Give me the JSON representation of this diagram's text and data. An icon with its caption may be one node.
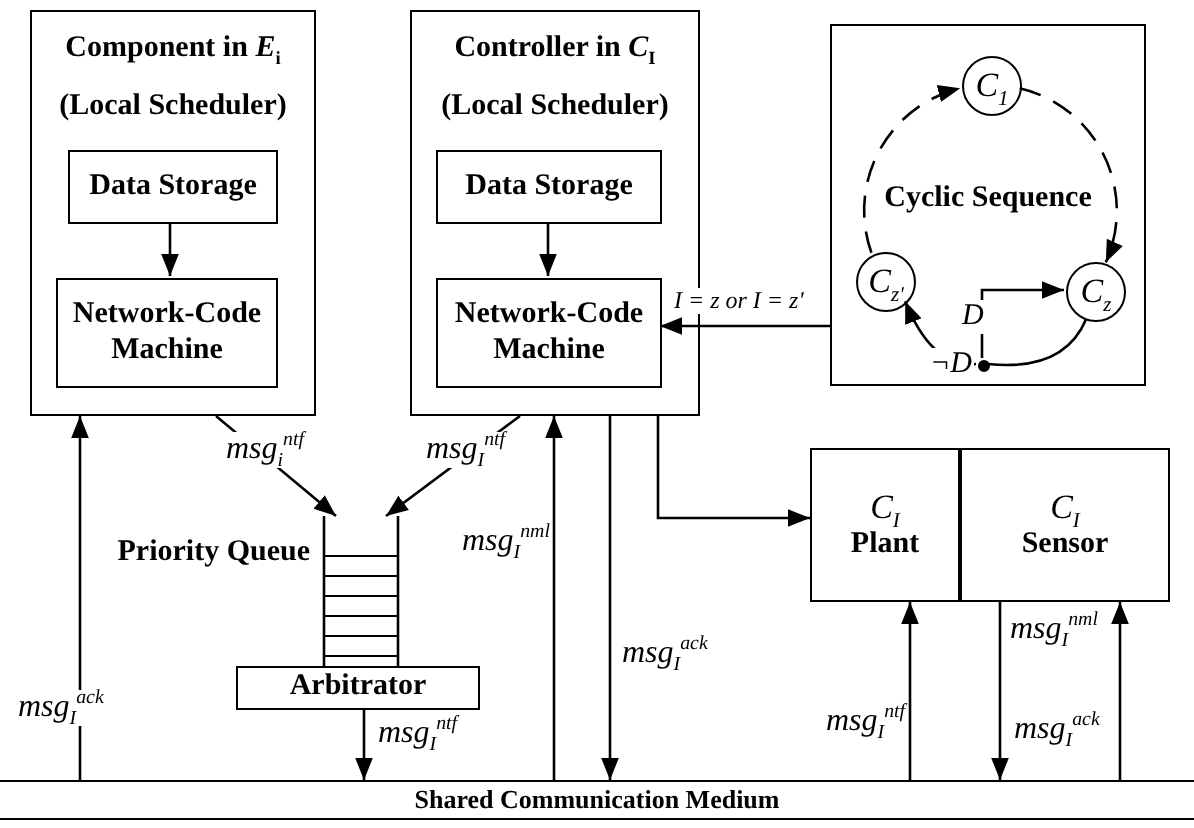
{
  "diagram": {
    "nodes": [
      {
        "text": [
          "Component in *E*$_{i}$",
          "(Local Scheduler)"
        ]
      },
      {
        "text": [
          "Data Storage"
        ],
        "in": 0
      },
      {
        "text": [
          "Network-Code Machine"
        ],
        "in": 0
      },
      {
        "text": [
          "Controller in *C*$_{I}$",
          "(Local Scheduler)"
        ]
      },
      {
        "text": [
          "Data Storage"
        ],
        "in": 3
      },
      {
        "text": [
          "Network-Code Machine"
        ],
        "in": 3
      },
      {
        "text": [
          "Cyclic Sequence"
        ]
      },
      {
        "text": [
          "C$_{1}$"
        ],
        "in": 6
      },
      {
        "text": [
          "C$_{z'}$"
        ],
        "in": 6
      },
      {
        "text": [
          "C$_{z}$"
        ],
        "in": 6
      },
      {
        "text": [],
        "shape": "circle",
        "in": 6
      },
      {
        "text": [],
        "shape": "box",
        "beside": [
          "Priority Queue"
        ]
      },
      {
        "text": [
          "Arbitrator"
        ]
      },
      {
        "text": [
          "C$_{I}$",
          "Plant"
        ]
      },
      {
        "text": [
          "C$_{I}$",
          "Sensor"
        ]
      },
      {
        "text": [
          "Shared Communication Medium"
        ]
      }
    ],
    "edges": [
      {
        "from": 1,
        "to": 2,
        "arrow": "to"
      },
      {
        "from": 4,
        "to": 5,
        "arrow": "to"
      },
      {
        "from": 8,
        "to": 7,
        "arrow": "to",
        "style": "dashed"
      },
      {
        "from": 7,
        "to": 9,
        "arrow": "to",
        "style": "dashed"
      },
      {
        "from": 9,
        "to": 10,
        "arrow": "none"
      },
      {
        "from": 10,
        "to": 9,
        "arrow": "to",
        "label": "D"
      },
      {
        "from": 10,
        "to": 8,
        "arrow": "to",
        "label": "¬D"
      },
      {
        "from": 6,
        "to": 5,
        "arrow": "to",
        "label": "I = z or I = z'"
      },
      {
        "from": 0,
        "to": 11,
        "arrow": "to",
        "label": "msg$_{i}$$^{ntf}$"
      },
      {
        "from": 3,
        "to": 11,
        "arrow": "to",
        "label": "msg$_{I}$$^{ntf}$"
      },
      {
        "from": 12,
        "to": 15,
        "arrow": "to",
        "label": "msg$_{I}$$^{ntf}$"
      },
      {
        "from": 15,
        "to": 0,
        "arrow": "to",
        "label": "msg$_{I}$$^{ack}$"
      },
      {
        "from": 15,
        "to": 3,
        "arrow": "to",
        "label": "msg$_{I}$$^{nml}$"
      },
      {
        "from": 3,
        "to": 15,
        "arrow": "to",
        "label": "msg$_{I}$$^{ack}$"
      },
      {
        "from": 3,
        "to": 13,
        "arrow": "to"
      },
      {
        "from": 15,
        "to": 13,
        "arrow": "to",
        "label": "msg$_{I}$$^{ntf}$"
      },
      {
        "from": 14,
        "to": 15,
        "arrow": "to",
        "label": "msg$_{I}$$^{nml}$"
      },
      {
        "from": 15,
        "to": 14,
        "arrow": "to",
        "label": "msg$_{I}$$^{ack}$"
      }
    ]
  }
}
